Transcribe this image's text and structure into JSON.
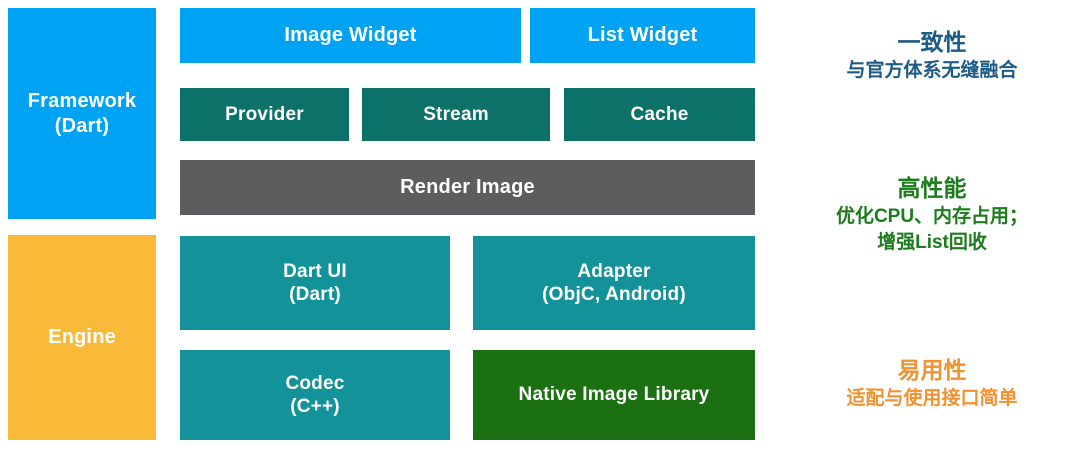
{
  "diagram": {
    "layers": [
      {
        "id": "framework",
        "label_line1": "Framework",
        "label_line2": "(Dart)",
        "color": "#00a2f3"
      },
      {
        "id": "engine",
        "label_line1": "Engine",
        "label_line2": "",
        "color": "#f8ba38"
      }
    ],
    "blocks": {
      "image_widget": {
        "line1": "Image Widget",
        "line2": "",
        "color": "#00a2f3"
      },
      "list_widget": {
        "line1": "List Widget",
        "line2": "",
        "color": "#00a2f3"
      },
      "provider": {
        "line1": "Provider",
        "line2": "",
        "color": "#0c7168"
      },
      "stream": {
        "line1": "Stream",
        "line2": "",
        "color": "#0c7168"
      },
      "cache": {
        "line1": "Cache",
        "line2": "",
        "color": "#0c7168"
      },
      "render_image": {
        "line1": "Render Image",
        "line2": "",
        "color": "#5d5d5f"
      },
      "dart_ui": {
        "line1": "Dart UI",
        "line2": "(Dart)",
        "color": "#13929a"
      },
      "adapter": {
        "line1": "Adapter",
        "line2": "(ObjC, Android)",
        "color": "#13929a"
      },
      "codec": {
        "line1": "Codec",
        "line2": "(C++)",
        "color": "#13929a"
      },
      "native_image_library": {
        "line1": "Native Image Library",
        "line2": "",
        "color": "#1b7012"
      }
    }
  },
  "annotations": [
    {
      "id": "consistency",
      "title": "一致性",
      "subtitle": "与官方体系无缝融合",
      "color": "#1c5b86"
    },
    {
      "id": "performance",
      "title": "高性能",
      "subtitle": "优化CPU、内存占用；\n增强List回收",
      "subtitle_line1": "优化CPU、内存占用；",
      "subtitle_line2": "增强List回收",
      "color": "#1d7a1d"
    },
    {
      "id": "usability",
      "title": "易用性",
      "subtitle": "适配与使用接口简单",
      "color": "#f0922f"
    }
  ]
}
